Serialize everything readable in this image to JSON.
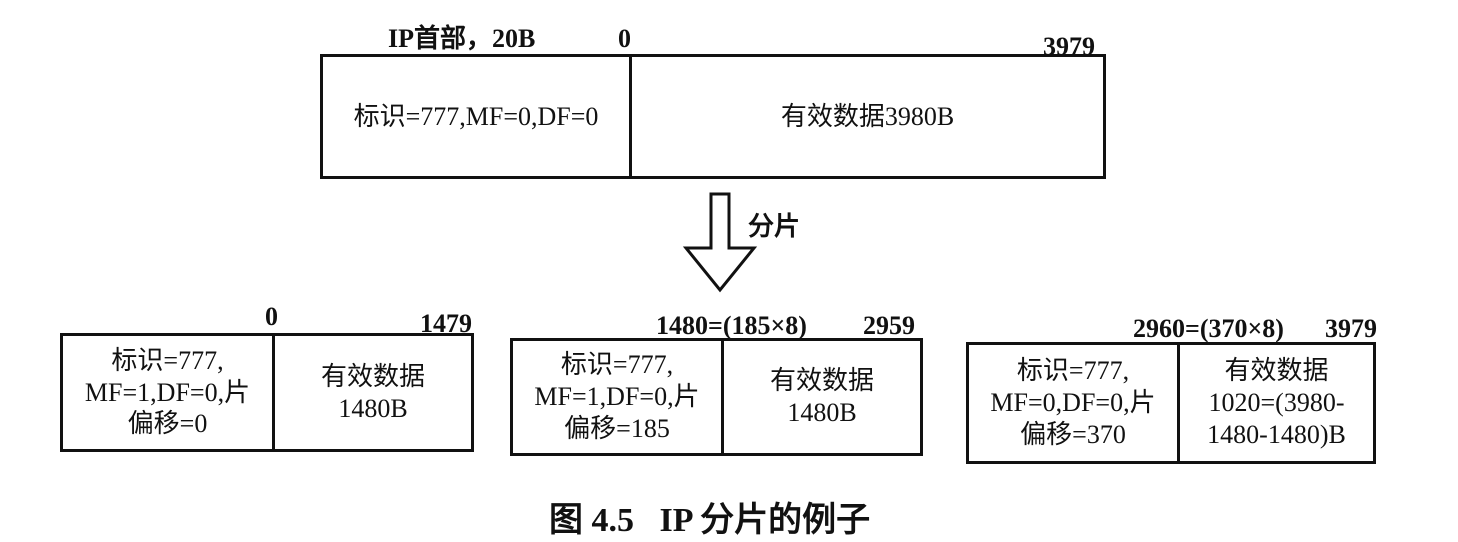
{
  "original": {
    "header_label": "IP首部，20B",
    "start_offset": "0",
    "end_offset": "3979",
    "header_text": "标识=777,MF=0,DF=0",
    "payload_text": "有效数据3980B"
  },
  "arrow_label": "分片",
  "fragments": [
    {
      "start_offset": "0",
      "end_offset": "1479",
      "header_text": "标识=777,\nMF=1,DF=0,片\n偏移=0",
      "payload_text": "有效数据\n1480B"
    },
    {
      "start_offset": "1480=(185×8)",
      "end_offset": "2959",
      "header_text": "标识=777,\nMF=1,DF=0,片\n偏移=185",
      "payload_text": "有效数据\n1480B"
    },
    {
      "start_offset": "2960=(370×8)",
      "end_offset": "3979",
      "header_text": "标识=777,\nMF=0,DF=0,片\n偏移=370",
      "payload_text": "有效数据\n1020=(3980-\n1480-1480)B"
    }
  ],
  "caption": "图 4.5   IP 分片的例子"
}
